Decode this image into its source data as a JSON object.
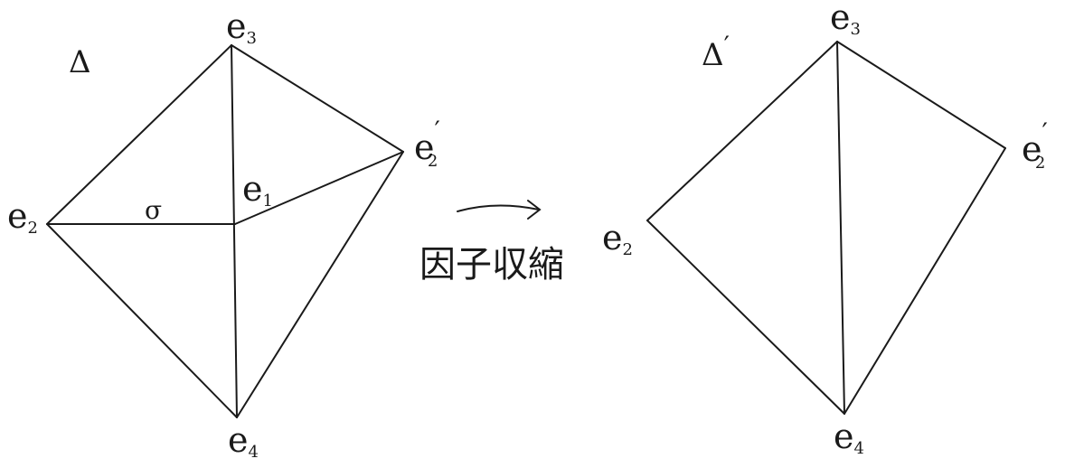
{
  "left_complex": {
    "name": "Δ",
    "labels": {
      "e3": {
        "base": "e",
        "sub": "3",
        "prime": ""
      },
      "e2": {
        "base": "e",
        "sub": "2",
        "prime": ""
      },
      "e2p": {
        "base": "e",
        "sub": "2",
        "prime": "′"
      },
      "e1": {
        "base": "e",
        "sub": "1",
        "prime": ""
      },
      "e4": {
        "base": "e",
        "sub": "4",
        "prime": ""
      }
    },
    "face_label": "σ"
  },
  "transform": {
    "caption": "因子収縮"
  },
  "right_complex": {
    "name": "Δ",
    "name_prime": "′",
    "labels": {
      "e3": {
        "base": "e",
        "sub": "3",
        "prime": ""
      },
      "e2": {
        "base": "e",
        "sub": "2",
        "prime": ""
      },
      "e2p": {
        "base": "e",
        "sub": "2",
        "prime": "′"
      },
      "e4": {
        "base": "e",
        "sub": "4",
        "prime": ""
      }
    }
  },
  "colors": {
    "ink": "#1a1a1a",
    "background": "#ffffff"
  }
}
